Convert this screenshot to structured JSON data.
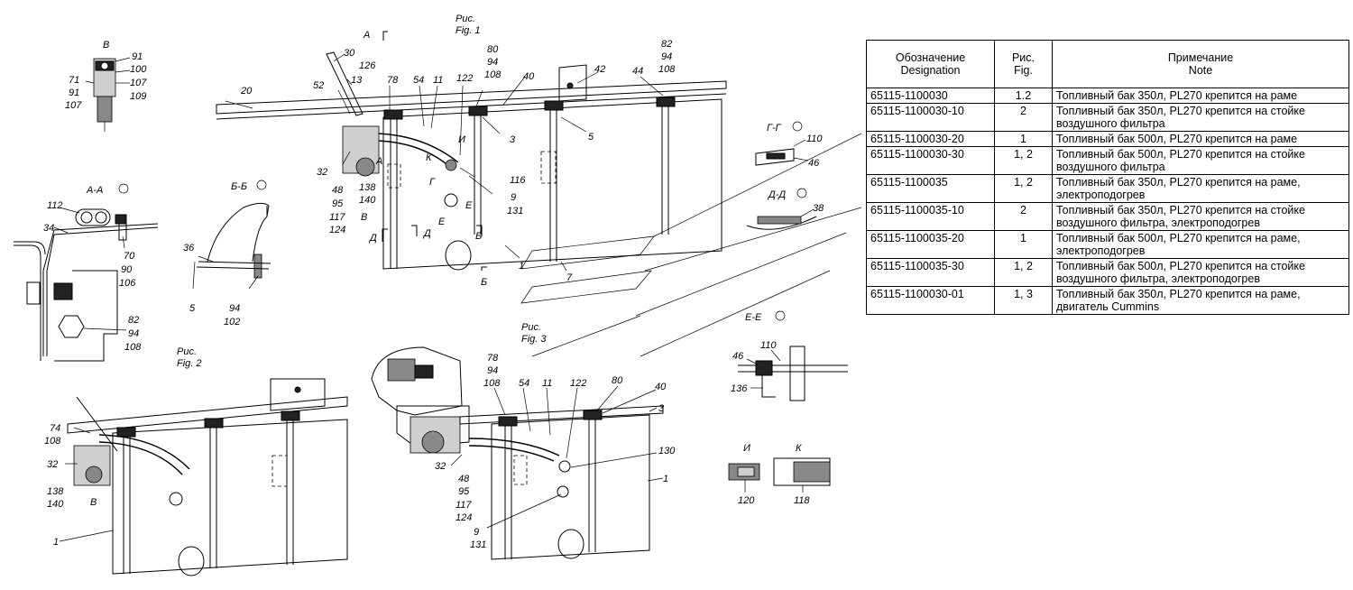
{
  "figure_labels": {
    "fig1_ru": "Рис.",
    "fig1_en": "Fig. 1",
    "fig2_ru": "Рис.",
    "fig2_en": "Fig. 2",
    "fig3_ru": "Рис.",
    "fig3_en": "Fig. 3"
  },
  "views": {
    "b": "В",
    "aa": "А-А",
    "bb": "Б-Б",
    "gg": "Г-Г",
    "dd": "Д-Д",
    "ee": "Е-Е",
    "i": "И",
    "k": "К"
  },
  "callouts": {
    "b_view": [
      "91",
      "100",
      "107",
      "109",
      "71",
      "91",
      "107"
    ],
    "aa_view": [
      "112",
      "34",
      "70",
      "90",
      "106",
      "82",
      "94",
      "108"
    ],
    "bb_view": [
      "36",
      "5",
      "94",
      "102"
    ],
    "fig1": [
      "30",
      "126",
      "13",
      "20",
      "52",
      "78",
      "54",
      "11",
      "122",
      "80",
      "94",
      "108",
      "40",
      "42",
      "82",
      "94",
      "108",
      "44",
      "3",
      "5",
      "32",
      "48",
      "95",
      "117",
      "124",
      "138",
      "140",
      "116",
      "9",
      "131",
      "1",
      "7",
      "А",
      "К",
      "И",
      "Г",
      "Е",
      "Е",
      "Д",
      "Д",
      "Б",
      "Б",
      "В",
      "А"
    ],
    "gg_view": [
      "110",
      "46"
    ],
    "dd_view": [
      "38"
    ],
    "fig2": [
      "74",
      "108",
      "32",
      "138",
      "140",
      "В",
      "1"
    ],
    "fig3": [
      "78",
      "94",
      "108",
      "54",
      "11",
      "122",
      "80",
      "40",
      "3",
      "130",
      "32",
      "48",
      "95",
      "117",
      "124",
      "9",
      "131",
      "1"
    ],
    "ee_view": [
      "110",
      "46",
      "136"
    ],
    "i_view": [
      "120"
    ],
    "k_view": [
      "118"
    ]
  },
  "table": {
    "header": {
      "designation_ru": "Обозначение",
      "designation_en": "Designation",
      "fig_ru": "Рис.",
      "fig_en": "Fig.",
      "note_ru": "Примечание",
      "note_en": "Note"
    },
    "rows": [
      {
        "designation": "65115-1100030",
        "fig": "1.2",
        "note": "Топливный бак 350л,   PL270 крепится на раме"
      },
      {
        "designation": "65115-1100030-10",
        "fig": "2",
        "note": "Топливный бак 350л,  PL270 крепится на стойке воздушного фильтра"
      },
      {
        "designation": "65115-1100030-20",
        "fig": "1",
        "note": "Топливный бак 500л,    PL270 крепится на раме"
      },
      {
        "designation": "65115-1100030-30",
        "fig": "1, 2",
        "note": "Топливный бак 500л,  PL270 крепится на стойке воздушного фильтра"
      },
      {
        "designation": "65115-1100035",
        "fig": "1, 2",
        "note": "Топливный бак 350л,  PL270 крепится на раме, электроподогрев"
      },
      {
        "designation": "65115-1100035-10",
        "fig": "2",
        "note": "Топливный бак 350л,  PL270 крепится на стойке воздушного фильтра, электроподогрев"
      },
      {
        "designation": "65115-1100035-20",
        "fig": "1",
        "note": "Топливный бак 500л,  PL270 крепится на раме, электроподогрев"
      },
      {
        "designation": "65115-1100035-30",
        "fig": "1, 2",
        "note": "Топливный бак 500л,  PL270 крепится на стойке воздушного фильтра, электроподогрев"
      },
      {
        "designation": "65115-1100030-01",
        "fig": "1, 3",
        "note": "Топливный бак 350л,  PL270 крепится на раме, двигатель Cummins"
      }
    ]
  }
}
